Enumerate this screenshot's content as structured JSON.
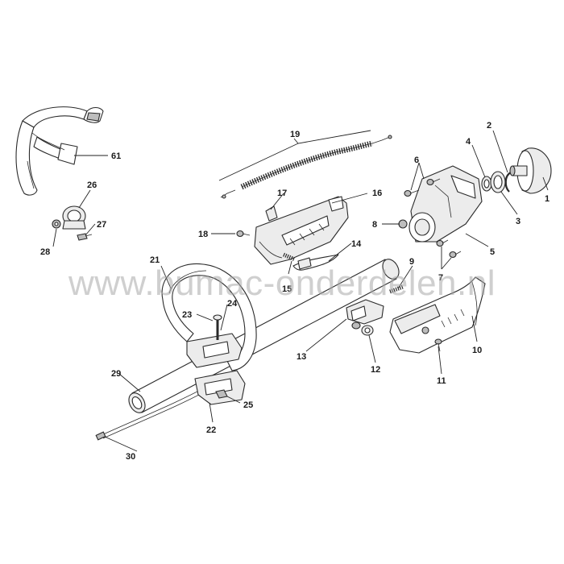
{
  "watermark": "www.bumac-onderdelen.nl",
  "callouts": [
    {
      "id": "61",
      "label": "61"
    },
    {
      "id": "26",
      "label": "26"
    },
    {
      "id": "27",
      "label": "27"
    },
    {
      "id": "28",
      "label": "28"
    },
    {
      "id": "19",
      "label": "19"
    },
    {
      "id": "17",
      "label": "17"
    },
    {
      "id": "16",
      "label": "16"
    },
    {
      "id": "18",
      "label": "18"
    },
    {
      "id": "14",
      "label": "14"
    },
    {
      "id": "15",
      "label": "15"
    },
    {
      "id": "21",
      "label": "21"
    },
    {
      "id": "23",
      "label": "23"
    },
    {
      "id": "24",
      "label": "24"
    },
    {
      "id": "29",
      "label": "29"
    },
    {
      "id": "25",
      "label": "25"
    },
    {
      "id": "22",
      "label": "22"
    },
    {
      "id": "30",
      "label": "30"
    },
    {
      "id": "1",
      "label": "1"
    },
    {
      "id": "2",
      "label": "2"
    },
    {
      "id": "3",
      "label": "3"
    },
    {
      "id": "4",
      "label": "4"
    },
    {
      "id": "5",
      "label": "5"
    },
    {
      "id": "6",
      "label": "6"
    },
    {
      "id": "7",
      "label": "7"
    },
    {
      "id": "8",
      "label": "8"
    },
    {
      "id": "9",
      "label": "9"
    },
    {
      "id": "10",
      "label": "10"
    },
    {
      "id": "11",
      "label": "11"
    },
    {
      "id": "12",
      "label": "12"
    },
    {
      "id": "13",
      "label": "13"
    }
  ]
}
